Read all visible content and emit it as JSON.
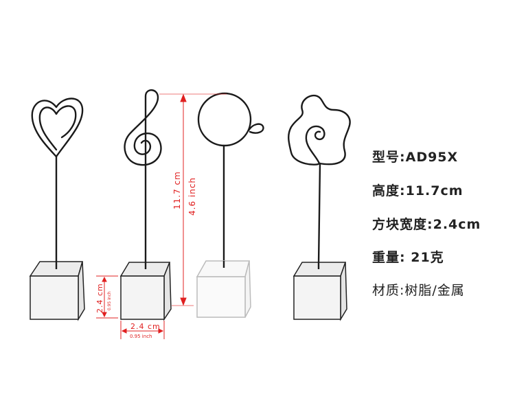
{
  "products": [
    {
      "shape": "heart",
      "name": "heart-clip-holder"
    },
    {
      "shape": "treble-clef",
      "name": "treble-clef-clip-holder"
    },
    {
      "shape": "circle",
      "name": "circle-clip-holder"
    },
    {
      "shape": "flower",
      "name": "flower-clip-holder"
    }
  ],
  "dimensions": {
    "height_cm": "11.7 cm",
    "height_inch": "4.6 inch",
    "base_height_cm": "2.4 cm",
    "base_height_inch": "0.95 inch",
    "base_width_cm": "2.4 cm",
    "base_width_inch": "0.95 inch",
    "color": "#e02020"
  },
  "specs": [
    {
      "label": "型号:",
      "value": "AD95X"
    },
    {
      "label": "高度:",
      "value": "11.7cm"
    },
    {
      "label": "方块宽度:",
      "value": "2.4cm"
    },
    {
      "label": "重量: ",
      "value": "21克"
    },
    {
      "label": "材质:",
      "value": "树脂/金属"
    }
  ]
}
